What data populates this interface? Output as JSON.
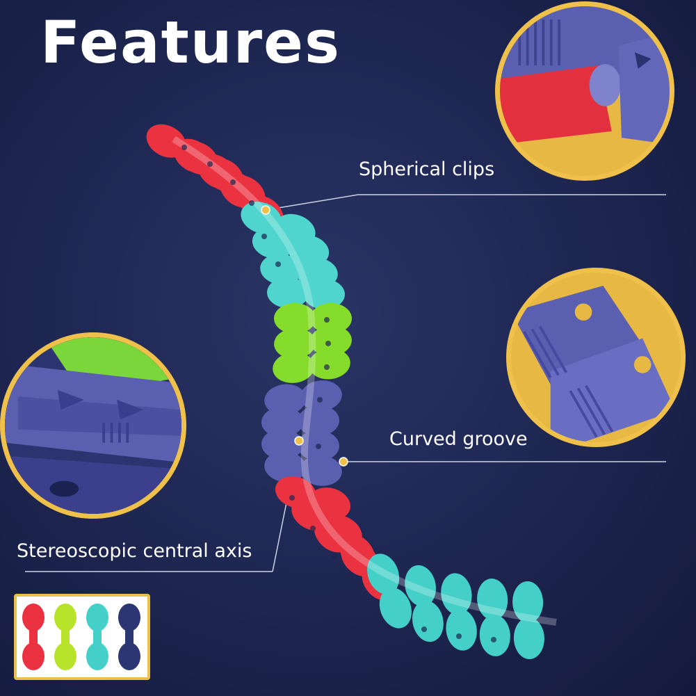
{
  "title": "Features",
  "callouts": {
    "spherical_clips": "Spherical clips",
    "curved_groove": "Curved groove",
    "central_axis": "Stereoscopic central axis"
  },
  "colors": {
    "background": "#1d2550",
    "red": "#ea3240",
    "cyan": "#45cfc9",
    "green": "#86dc2a",
    "purple": "#5b5fb0",
    "navy": "#2c3673",
    "gold": "#f0c14a"
  },
  "swatches": [
    "red",
    "green",
    "cyan",
    "navy"
  ]
}
